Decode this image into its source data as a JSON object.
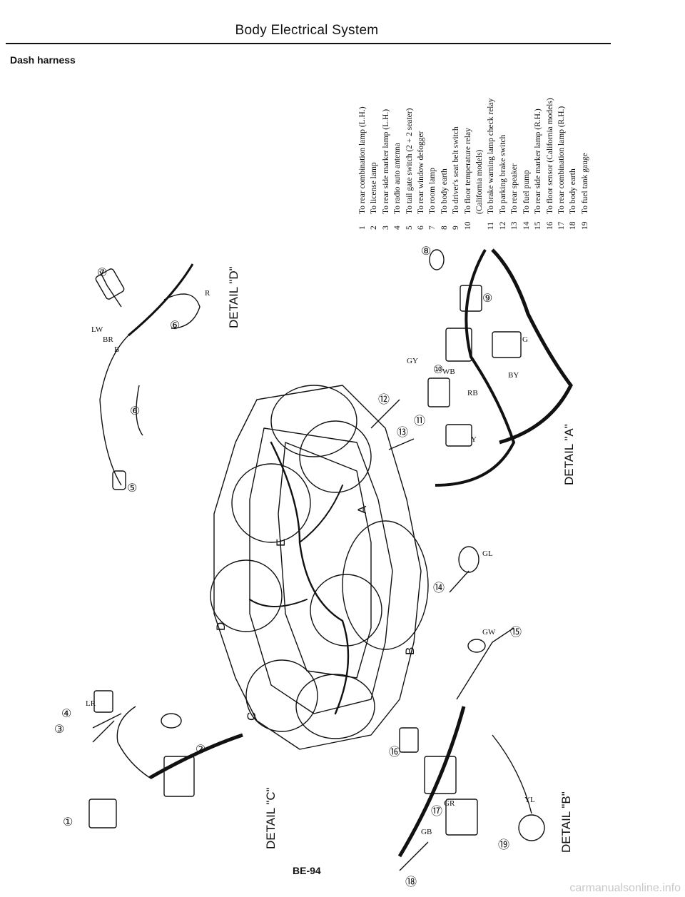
{
  "header": {
    "title": "Body Electrical System"
  },
  "section": {
    "title": "Dash harness"
  },
  "legend": {
    "items": [
      {
        "num": "1",
        "text": "To rear combination lamp (L.H.)"
      },
      {
        "num": "2",
        "text": "To license lamp"
      },
      {
        "num": "3",
        "text": "To rear side marker lamp (L.H.)"
      },
      {
        "num": "4",
        "text": "To radio auto antenna"
      },
      {
        "num": "5",
        "text": "To tail gate switch (2 + 2 seater)"
      },
      {
        "num": "6",
        "text": "To rear window defogger"
      },
      {
        "num": "7",
        "text": "To room lamp"
      },
      {
        "num": "8",
        "text": "To body earth"
      },
      {
        "num": "9",
        "text": "To driver's seat belt switch"
      },
      {
        "num": "10",
        "text": "To floor temperature relay"
      },
      {
        "num": "",
        "text": "(California models)"
      },
      {
        "num": "11",
        "text": "To brake warning lamp check relay"
      },
      {
        "num": "12",
        "text": "To parking brake switch"
      },
      {
        "num": "13",
        "text": "To rear speaker"
      },
      {
        "num": "14",
        "text": "To fuel pump"
      },
      {
        "num": "15",
        "text": "To rear side marker lamp (R.H.)"
      },
      {
        "num": "16",
        "text": "To floor sensor (California models)"
      },
      {
        "num": "17",
        "text": "To rear combination lamp (R.H.)"
      },
      {
        "num": "18",
        "text": "To body earth"
      },
      {
        "num": "19",
        "text": "To fuel tank gauge"
      }
    ]
  },
  "details": {
    "a": "DETAIL \"A\"",
    "b": "DETAIL \"B\"",
    "c": "DETAIL \"C\"",
    "d": "DETAIL \"D\""
  },
  "car_letters": {
    "a": "A",
    "b": "B",
    "c": "C",
    "d": "D",
    "e": "E"
  },
  "callouts": {
    "n1": "①",
    "n2": "②",
    "n3": "③",
    "n4": "④",
    "n5": "⑤",
    "n6a": "⑥",
    "n6b": "⑥",
    "n7": "⑦",
    "n8": "⑧",
    "n9": "⑨",
    "n10": "⑩",
    "n11": "⑪",
    "n12": "⑫",
    "n13": "⑬",
    "n14": "⑭",
    "n15": "⑮",
    "n16": "⑯",
    "n17": "⑰",
    "n18": "⑱",
    "n19": "⑲"
  },
  "wire_codes": {
    "lw": "LW",
    "br": "BR",
    "b": "B",
    "r": "R",
    "gy": "GY",
    "wb": "WB",
    "rb": "RB",
    "by": "BY",
    "g": "G",
    "y": "Y",
    "gl": "GL",
    "gw": "GW",
    "gr": "GR",
    "lr": "LR",
    "yl": "YL",
    "gb": "GB"
  },
  "footer": {
    "page": "BE-94",
    "watermark": "carmanualsonline.info"
  }
}
